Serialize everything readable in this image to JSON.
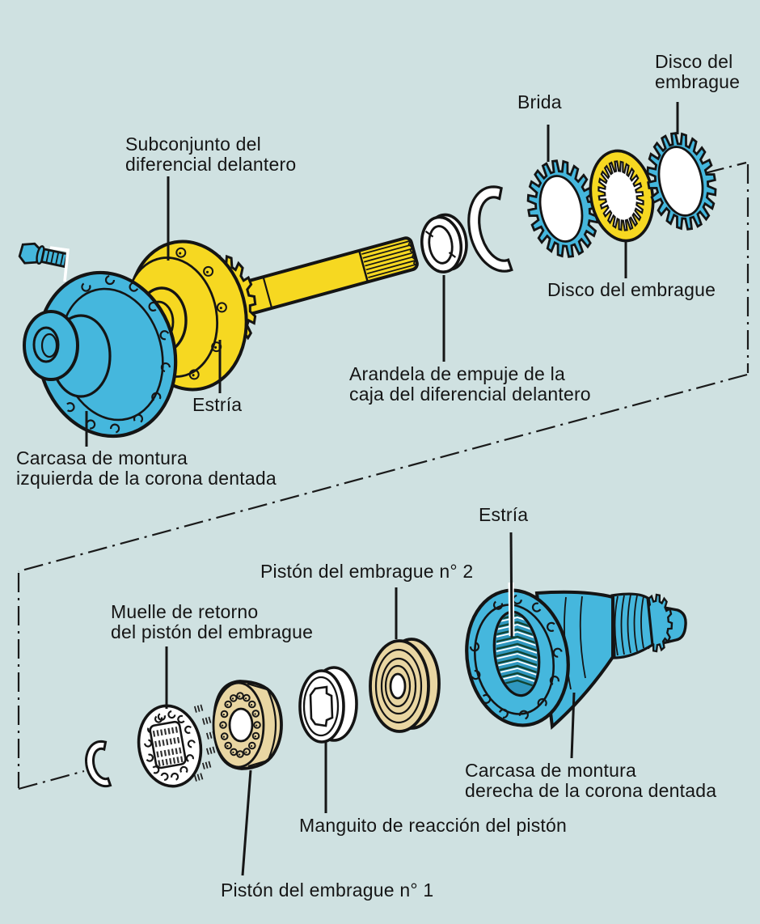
{
  "diagram": {
    "description": "Exploded parts diagram of a front differential and clutch assembly",
    "colors": {
      "background": "#cfe1e1",
      "blue": "#45b7dd",
      "blue_dark": "#2f97bf",
      "yellow": "#f6d821",
      "tan": "#e9d6a2",
      "outline": "#141414",
      "white": "#ffffff",
      "text": "#151515"
    },
    "labels": {
      "disco_embrague_top": "Disco del\nembrague",
      "brida": "Brida",
      "subconjunto": "Subconjunto del\ndiferencial delantero",
      "disco_embrague_mid": "Disco del embrague",
      "arandela": "Arandela de empuje de la\ncaja del diferencial delantero",
      "estria_top": "Estría",
      "carcasa_izquierda": "Carcasa de montura\nizquierda de la corona dentada",
      "estria_bottom": "Estría",
      "piston_2": "Pistón del embrague n° 2",
      "muelle": "Muelle de retorno\ndel pistón del embrague",
      "carcasa_derecha": "Carcasa de montura\nderecha de la corona dentada",
      "manguito": "Manguito de reacción del pistón",
      "piston_1": "Pistón del embrague n° 1"
    }
  }
}
